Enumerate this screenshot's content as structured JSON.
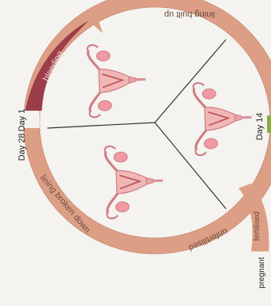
{
  "labels": {
    "bleeding": "bleeding",
    "lining_built_up": "lining built up",
    "lining_broken_down": "lining broken down",
    "unfertilised": "unfertilised",
    "fertilised": "fertilised",
    "pregnant": "pregnant",
    "day_1": "Day 1",
    "day_28": "Day 28",
    "day_14": "Day 14"
  },
  "colors": {
    "ring": "#dd9e86",
    "ring_stroke": "#c98b72",
    "bleeding": "#9c3e49",
    "uterus": "#f0b7b5",
    "uterus_dark": "#cf7e83",
    "lining": "#b9525c",
    "ovary": "#ef9aa2",
    "background": "#f4f3f0",
    "accent_green": "#8cab3c"
  }
}
